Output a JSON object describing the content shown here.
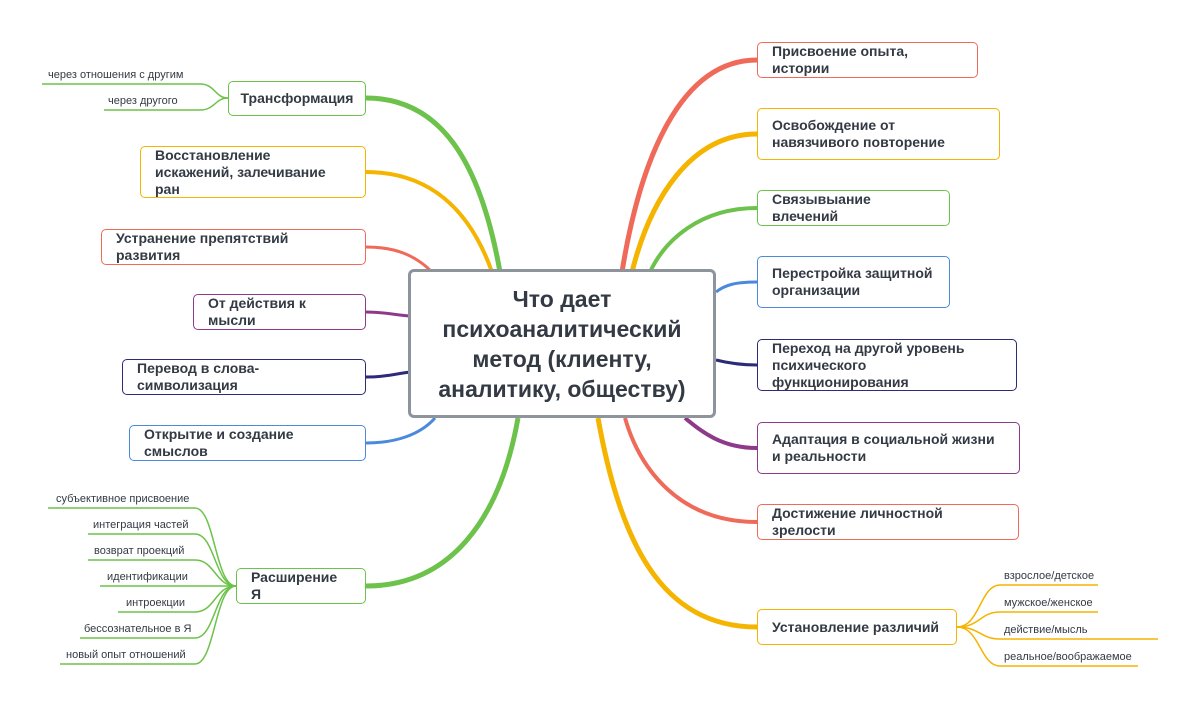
{
  "central": {
    "lines": [
      "Что дает",
      "психоаналитический",
      "метод (клиенту,",
      "аналитику, обществу)"
    ]
  },
  "colors": {
    "red": "#f06a5a",
    "orange": "#f5b400",
    "green": "#6cc24a",
    "blue": "#4a89dc",
    "purple": "#8e3a8a",
    "navy": "#2e2a7a",
    "center_border": "#8d949c"
  },
  "left": {
    "transformation": {
      "label": "Трансформация",
      "leaves": [
        "через отношения с другим",
        "через другого"
      ]
    },
    "restoration": {
      "label": "Восстановление искажений, залечивание ран"
    },
    "obstacles": {
      "label": "Устранение препятствий развития"
    },
    "action_to_thought": {
      "label": "От действия к мысли"
    },
    "words": {
      "label": "Перевод в слова-символизация"
    },
    "meanings": {
      "label": "Открытие и создание смыслов"
    },
    "self_expansion": {
      "label": "Расширение Я",
      "leaves": [
        "субъективное присвоение",
        "интеграция частей",
        "возврат проекций",
        "идентификации",
        "интроекции",
        "бессознательное в Я",
        "новый опыт отношений"
      ]
    }
  },
  "right": {
    "appropriation": {
      "label": "Присвоение опыта, истории"
    },
    "liberation": {
      "label": "Освобождение от навязчивого повторение"
    },
    "binding": {
      "label": "Связывыание влечений"
    },
    "defense": {
      "label": "Перестройка защитной организации"
    },
    "transition": {
      "label": "Переход на другой уровень психического функционирования"
    },
    "adaptation": {
      "label": "Адаптация в социальной жизни и реальности"
    },
    "maturity": {
      "label": "Достижение личностной зрелости"
    },
    "differences": {
      "label": "Установление различий",
      "leaves": [
        "взрослое/детское",
        "мужское/женское",
        "действие/мысль",
        "реальное/воображаемое"
      ]
    }
  }
}
